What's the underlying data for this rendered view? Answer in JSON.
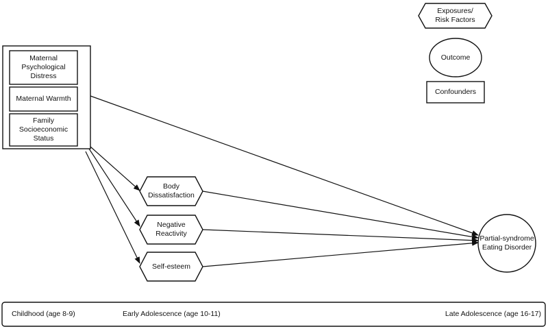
{
  "legend": {
    "exposure_label": "Exposures/\nRisk Factors",
    "outcome_label": "Outcome",
    "confounder_label": "Confounders"
  },
  "confounders": [
    "Maternal\nPsychological\nDistress",
    "Maternal Warmth",
    "Family\nSocioeconomic\nStatus"
  ],
  "exposures": [
    "Body\nDissatisfaction",
    "Negative\nReactivity",
    "Self-esteem"
  ],
  "outcome": "Partial-syndrome\nEating Disorder",
  "timeline": {
    "childhood": "Childhood (age 8-9)",
    "early_adolescence": "Early Adolescence (age 10-11)",
    "late_adolescence": "Late Adolescence (age 16-17)"
  }
}
